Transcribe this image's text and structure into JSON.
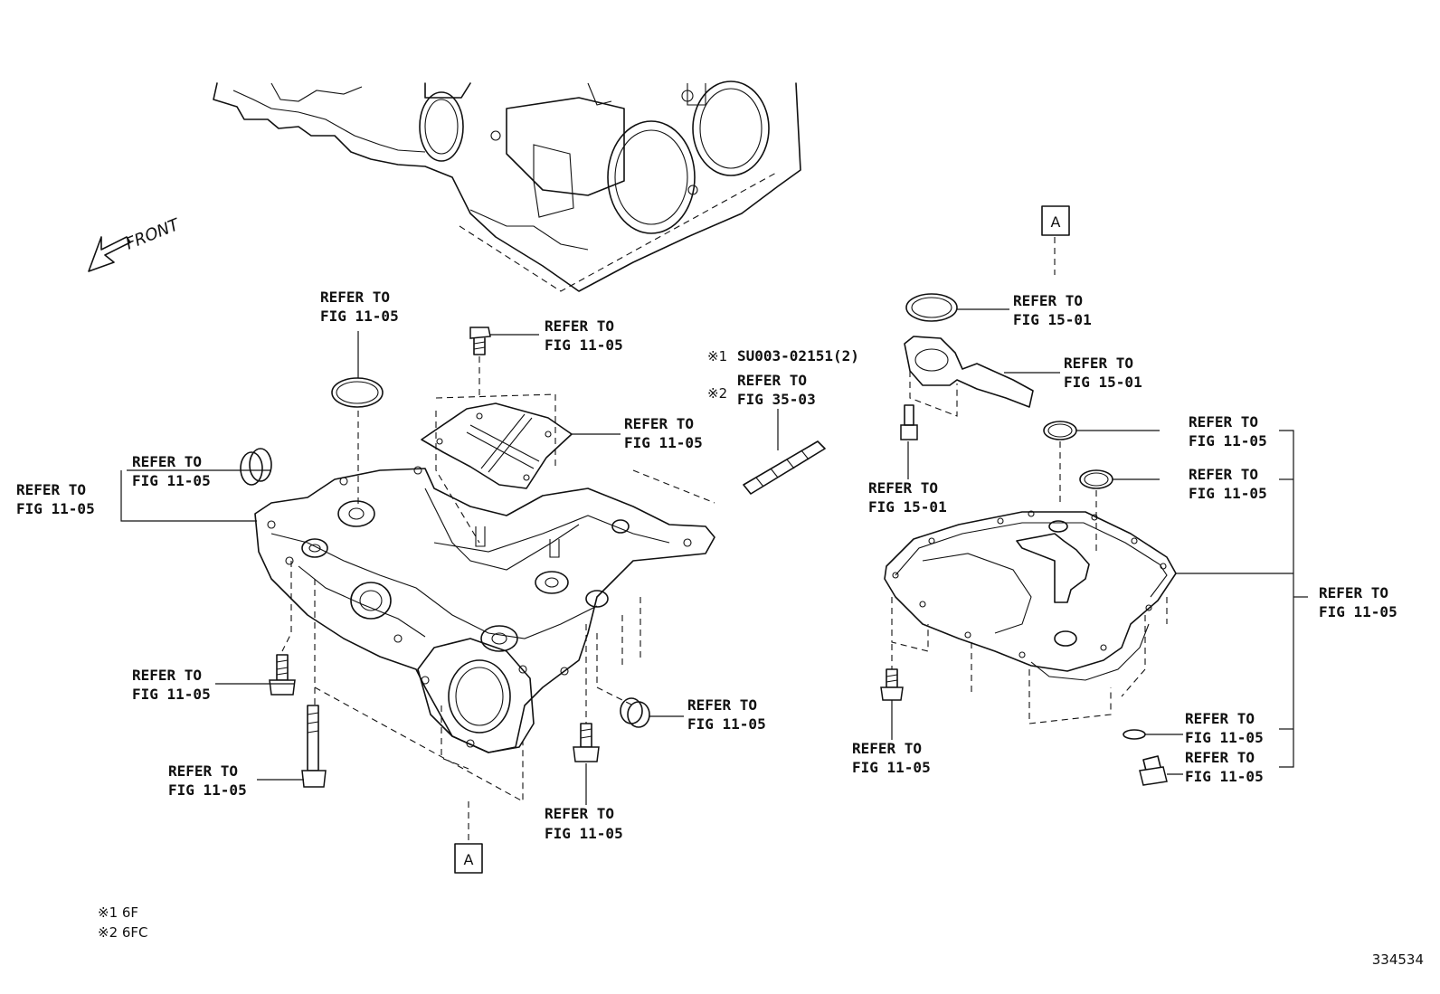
{
  "diagram": {
    "front_label": "FRONT",
    "figure_number": "334534",
    "box_label": "A",
    "callouts": {
      "gasket_left": [
        "REFER TO",
        "FIG 11-05"
      ],
      "bolt_top": [
        "REFER TO",
        "FIG 11-05"
      ],
      "baffle_plate": [
        "REFER TO",
        "FIG 11-05"
      ],
      "plug_left_inner": [
        "REFER TO",
        "FIG 11-05"
      ],
      "oil_pan_upper": [
        "REFER TO",
        "FIG 11-05"
      ],
      "bolt_lower_left": [
        "REFER TO",
        "FIG 11-05"
      ],
      "stud_bolt_long": [
        "REFER TO",
        "FIG 11-05"
      ],
      "plug_right": [
        "REFER TO",
        "FIG 11-05"
      ],
      "bolt_lower_center": [
        "REFER TO",
        "FIG 11-05"
      ],
      "oring_strainer": [
        "REFER TO",
        "FIG 15-01"
      ],
      "strainer": [
        "REFER TO",
        "FIG 15-01"
      ],
      "strainer_bolt": [
        "REFER TO",
        "FIG 15-01"
      ],
      "pan_oring_1": [
        "REFER TO",
        "FIG 11-05"
      ],
      "pan_oring_2": [
        "REFER TO",
        "FIG 11-05"
      ],
      "oil_pan_lower": [
        "REFER TO",
        "FIG 11-05"
      ],
      "pan_bolt": [
        "REFER TO",
        "FIG 11-05"
      ],
      "drain_gasket": [
        "REFER TO",
        "FIG 11-05"
      ],
      "drain_plug": [
        "REFER TO",
        "FIG 11-05"
      ]
    },
    "stud_note": {
      "mark1": "※1",
      "part_number": "SU003-02151(2)",
      "mark2": "※2",
      "line1": "REFER TO",
      "line2": "FIG 35-03"
    },
    "footnotes": [
      "※1 6F",
      "※2 6FC"
    ]
  }
}
